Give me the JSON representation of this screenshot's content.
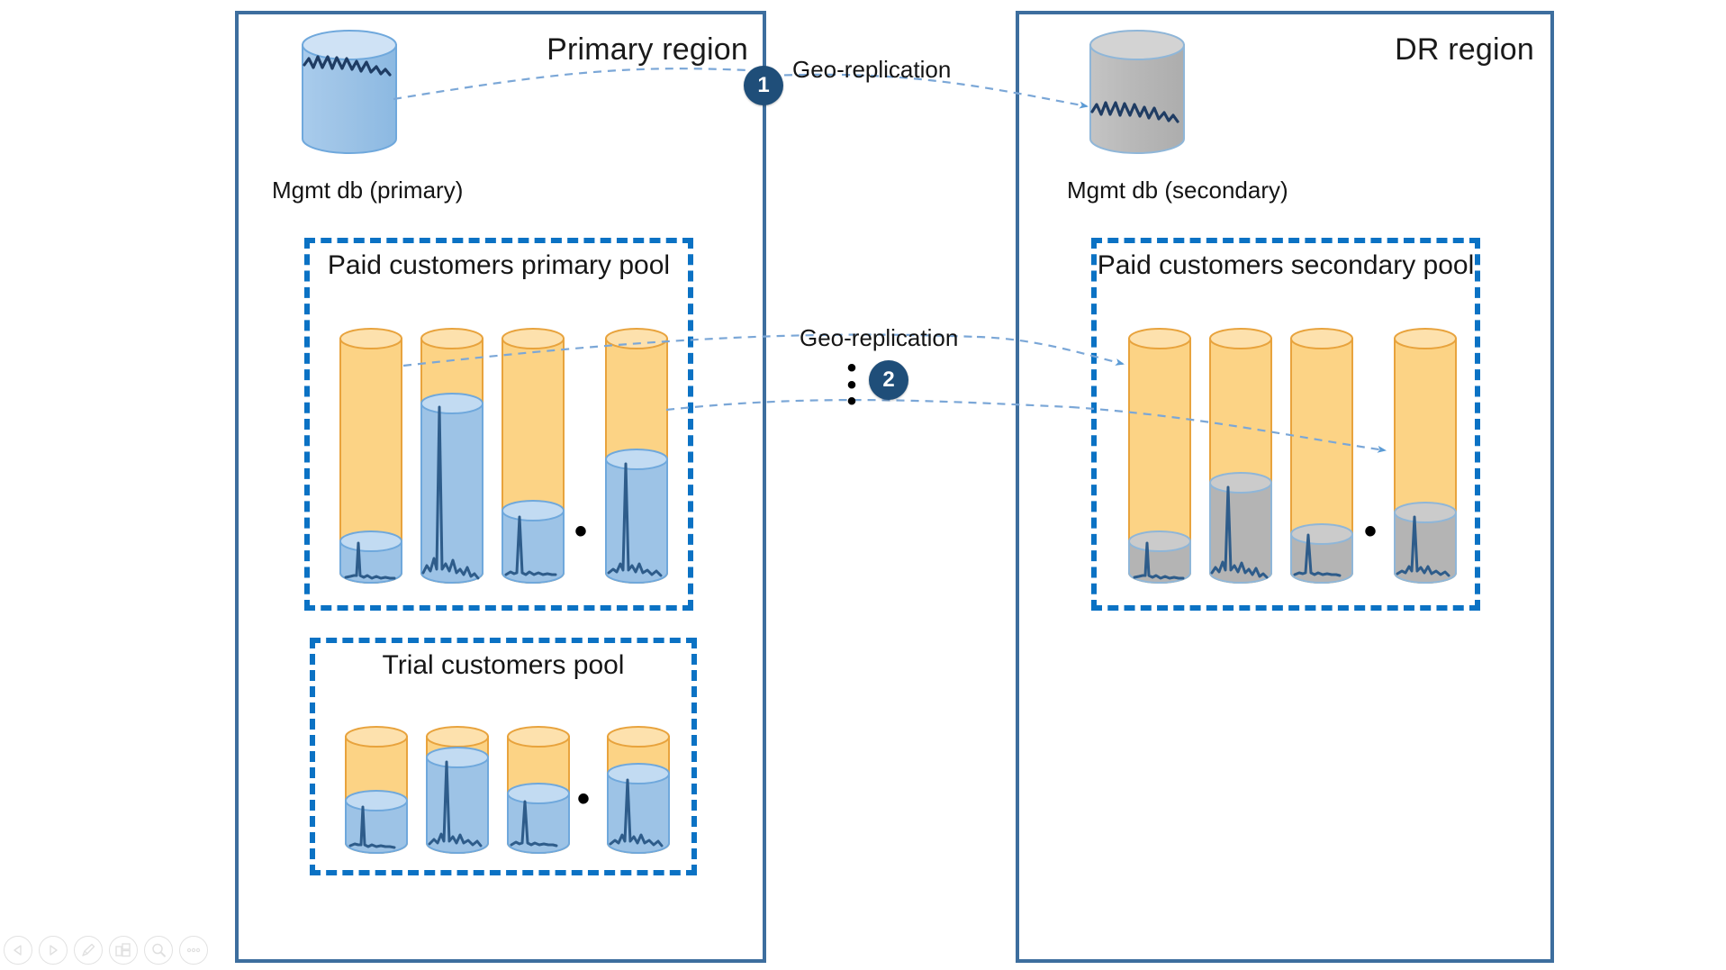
{
  "diagram": {
    "regions": [
      {
        "id": "primary",
        "title": "Primary region"
      },
      {
        "id": "dr",
        "title": "DR region"
      }
    ],
    "management_databases": [
      {
        "id": "mgmt-primary",
        "label": "Mgmt db (primary)",
        "fill": "blue"
      },
      {
        "id": "mgmt-secondary",
        "label": "Mgmt db (secondary)",
        "fill": "grey"
      }
    ],
    "pools": [
      {
        "id": "paid-primary",
        "title": "Paid customers primary pool"
      },
      {
        "id": "trial",
        "title": "Trial customers pool"
      },
      {
        "id": "paid-secondary",
        "title": "Paid customers secondary pool"
      }
    ],
    "connectors": [
      {
        "id": "geo-1",
        "label": "Geo-replication",
        "badge": "1",
        "from": "Mgmt db (primary)",
        "to": "Mgmt db (secondary)"
      },
      {
        "id": "geo-2",
        "label": "Geo-replication",
        "badge": "2",
        "from": "Paid customers primary pool",
        "to": "Paid customers secondary pool"
      }
    ],
    "ellipsis": {
      "horizontal": "• • •",
      "vertical_dots": 3
    },
    "colors": {
      "region_border": "#3d6e9e",
      "pool_border": "#0b72c4",
      "cylinder_empty": "#fcd385",
      "cylinder_empty_stroke": "#e8a33d",
      "cylinder_full_blue": "#9dc3e6",
      "cylinder_full_grey": "#b4b4b4",
      "cylinder_stroke_blue": "#6fa8dc",
      "badge_bg": "#1f4e79",
      "connector": "#6699cc",
      "spark_line": "#2e5c8a"
    }
  },
  "toolbar": {
    "buttons": [
      {
        "name": "previous-slide",
        "icon": "triangle-left-icon"
      },
      {
        "name": "next-slide",
        "icon": "triangle-right-icon"
      },
      {
        "name": "pen-tool",
        "icon": "pen-icon"
      },
      {
        "name": "slide-thumbnails",
        "icon": "grid-icon"
      },
      {
        "name": "zoom",
        "icon": "magnifier-icon"
      },
      {
        "name": "more-options",
        "icon": "ellipsis-icon"
      }
    ]
  }
}
